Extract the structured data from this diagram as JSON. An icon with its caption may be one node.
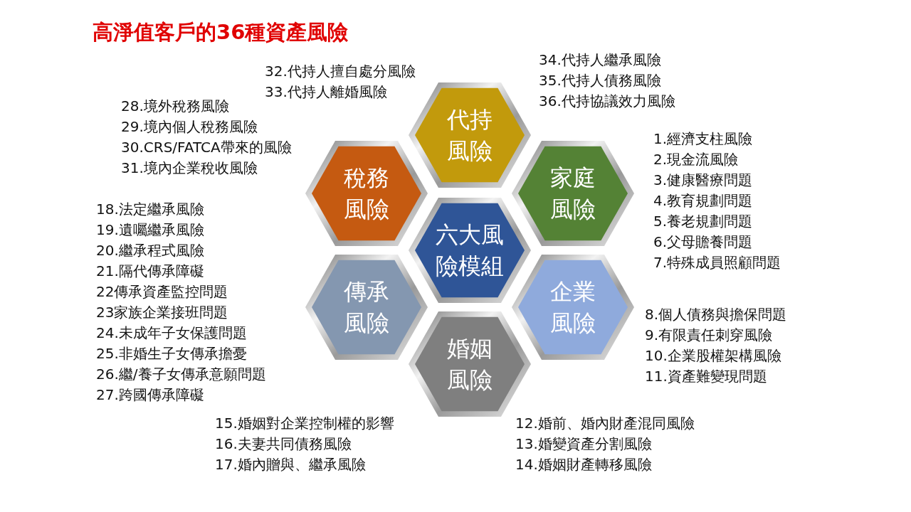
{
  "diagram": {
    "title": "高淨值客戶的36種資產風險",
    "nodes": [
      {
        "text": [
          "代持風險"
        ],
        "beside": [
          "32.代持人擅自處分風險",
          "33.代持人離婚風險",
          "34.代持人繼承風險",
          "35.代持人債務風險",
          "36.代持協議效力風險"
        ]
      },
      {
        "text": [
          "稅務風險"
        ],
        "beside": [
          "28.境外稅務風險",
          "29.境內個人稅務風險",
          "30.CRS/FATCA帶來的風險",
          "31.境內企業稅收風險"
        ]
      },
      {
        "text": [
          "家庭風險"
        ],
        "beside": [
          "1.經濟支柱風險",
          "2.現金流風險",
          "3.健康醫療問題",
          "4.教育規劃問題",
          "5.養老規劃問題",
          "6.父母贍養問題",
          "7.特殊成員照顧問題"
        ]
      },
      {
        "text": [
          "六大風險模組"
        ]
      },
      {
        "text": [
          "傳承風險"
        ],
        "beside": [
          "18.法定繼承風險",
          "19.遺囑繼承風險",
          "20.繼承程式風險",
          "21.隔代傳承障礙",
          "22傳承資產監控問題",
          "23家族企業接班問題",
          "24.未成年子女保護問題",
          "25.非婚生子女傳承擔憂",
          "26.繼/養子女傳承意願問題",
          "27.跨國傳承障礙"
        ]
      },
      {
        "text": [
          "企業風險"
        ],
        "beside": [
          "8.個人債務與擔保問題",
          "9.有限責任刺穿風險",
          "10.企業股權架構風險",
          "11.資產難變現問題"
        ]
      },
      {
        "text": [
          "婚姻風險"
        ],
        "beside": [
          "12.婚前、婚內財產混同風險",
          "13.婚變資產分割風險",
          "14.婚姻財產轉移風險",
          "15.婚姻對企業控制權的影響",
          "16.夫妻共同債務風險",
          "17.婚內贈與、繼承風險"
        ]
      }
    ],
    "edges": []
  }
}
